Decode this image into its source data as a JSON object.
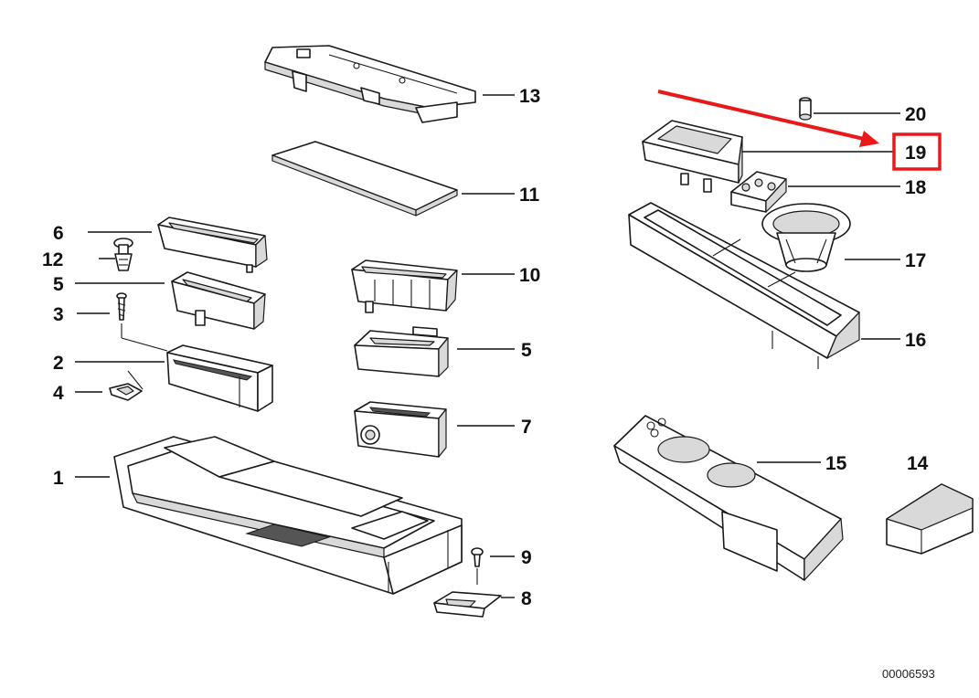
{
  "callouts": {
    "c1": "1",
    "c2": "2",
    "c3": "3",
    "c4": "4",
    "c5a": "5",
    "c5b": "5",
    "c6": "6",
    "c7": "7",
    "c8": "8",
    "c9": "9",
    "c10": "10",
    "c11": "11",
    "c12": "12",
    "c13": "13",
    "c14": "14",
    "c15": "15",
    "c16": "16",
    "c17": "17",
    "c18": "18",
    "c19": "19",
    "c20": "20"
  },
  "diagram_id": "00006593",
  "highlight": {
    "callout": "19",
    "color": "#e8191b"
  },
  "colors": {
    "line": "#1a1a1a",
    "shade": "#d9d9d9",
    "background": "#ffffff"
  }
}
